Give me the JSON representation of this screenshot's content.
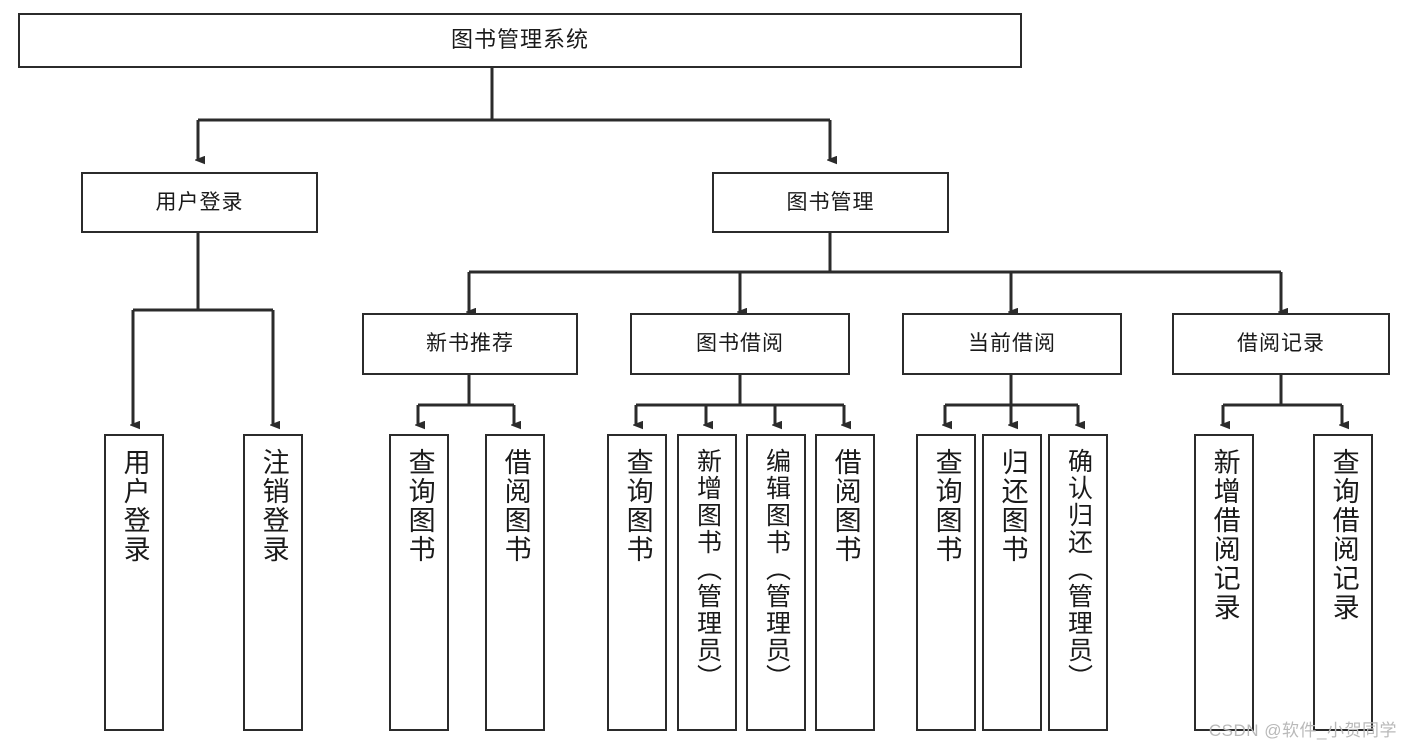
{
  "diagram": {
    "title": "图书管理系统",
    "type": "tree-hierarchy-diagram",
    "watermark": "CSDN @软件_小贺同学",
    "colors": {
      "stroke": "#2b2b2b",
      "fill": "#ffffff",
      "text": "#1a1a1a",
      "watermark": "#b9b9b9"
    },
    "nodes": {
      "root": {
        "label": "图书管理系统"
      },
      "level2": [
        {
          "label": "用户登录"
        },
        {
          "label": "图书管理"
        }
      ],
      "level3": [
        {
          "label": "新书推荐"
        },
        {
          "label": "图书借阅"
        },
        {
          "label": "当前借阅"
        },
        {
          "label": "借阅记录"
        }
      ],
      "leaves": {
        "user_login": [
          {
            "label": "用户登录"
          },
          {
            "label": "注销登录"
          }
        ],
        "new_book_recommend": [
          {
            "label": "查询图书"
          },
          {
            "label": "借阅图书"
          }
        ],
        "book_borrow": [
          {
            "label": "查询图书"
          },
          {
            "label": "新增图书（管理员）"
          },
          {
            "label": "编辑图书（管理员）"
          },
          {
            "label": "借阅图书"
          }
        ],
        "current_borrow": [
          {
            "label": "查询图书"
          },
          {
            "label": "归还图书"
          },
          {
            "label": "确认归还（管理员）"
          }
        ],
        "borrow_records": [
          {
            "label": "新增借阅记录"
          },
          {
            "label": "查询借阅记录"
          }
        ]
      }
    }
  }
}
